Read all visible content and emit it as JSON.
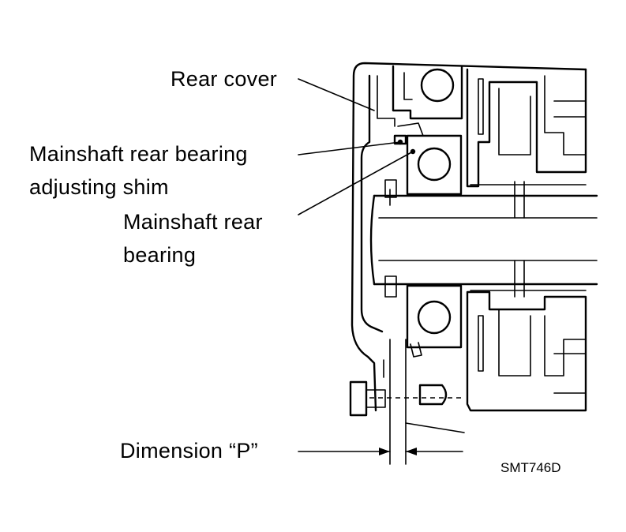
{
  "labels": {
    "rear_cover": "Rear cover",
    "shim_line1": "Mainshaft rear bearing",
    "shim_line2": "adjusting shim",
    "bearing_line1": "Mainshaft rear",
    "bearing_line2": "bearing",
    "dimension_p": "Dimension “P”",
    "figure_code": "SMT746D"
  }
}
